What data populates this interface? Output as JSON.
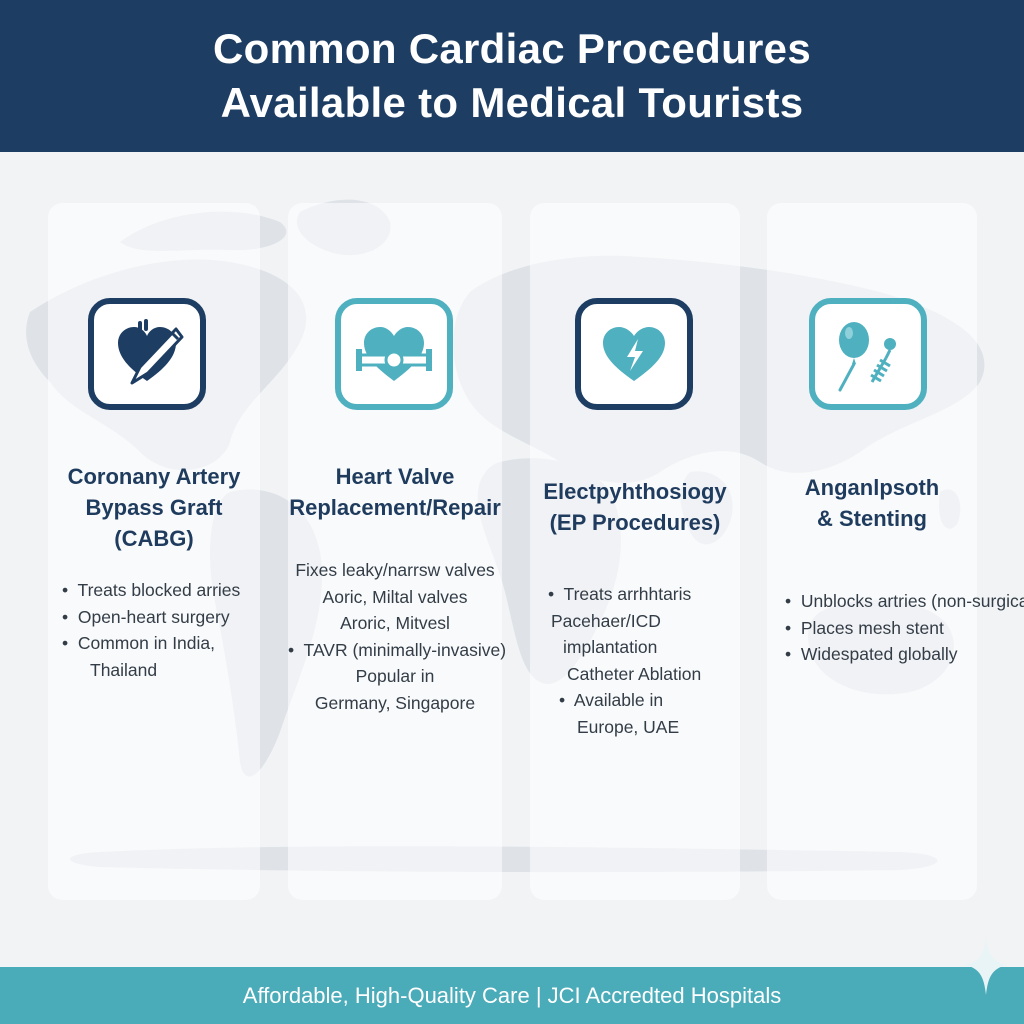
{
  "header": {
    "title_line1": "Common Cardiac Procedures",
    "title_line2": "Available to Medical Tourists"
  },
  "cards": [
    {
      "icon": "heart-scalpel-icon",
      "title_lines": [
        "Coronany Artery",
        "Bypass Graft",
        "(CABG)"
      ],
      "bullets": [
        "Treats blocked arries",
        "Open-heart surgery",
        "Common in India,",
        "Thailand"
      ]
    },
    {
      "icon": "heart-valve-icon",
      "title_lines": [
        "Heart Valve",
        "Replacement/Repair"
      ],
      "bullets": [
        "Fixes leaky/narrsw valves",
        "Aoric, Miltal valves",
        "Aroric, Mitvesl",
        "TAVR (minimally-invasive)",
        "Popular in",
        "Germany, Singapore"
      ]
    },
    {
      "icon": "heart-lightning-icon",
      "title_lines": [
        "Electpyhthosiogy",
        "(EP Procedures)"
      ],
      "bullets": [
        "Treats arrhhtaris",
        "Pacehaer/ICD",
        "implantation",
        "Catheter Ablation",
        "Available in",
        "Europe, UAE"
      ]
    },
    {
      "icon": "balloon-stent-icon",
      "title_lines": [
        "Anganlpsoth",
        "& Stenting"
      ],
      "bullets": [
        "Unblocks artries (non-surgical)",
        "Places mesh stent",
        "Widespated globally"
      ]
    }
  ],
  "footer": {
    "text": "Affordable, High-Quality Care | JCI Accredted Hospitals"
  },
  "colors": {
    "navy": "#1d3d63",
    "teal": "#4aabb9",
    "icon_teal": "#4fb0c0"
  }
}
